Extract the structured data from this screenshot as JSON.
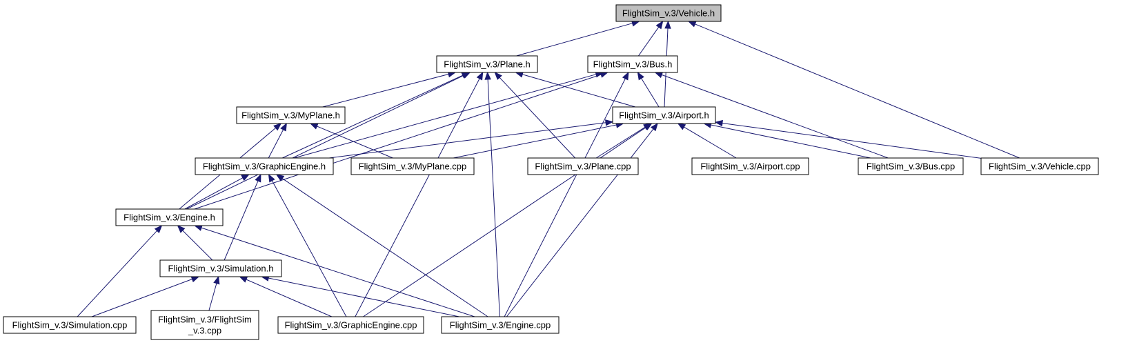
{
  "colors": {
    "node_fill": "#ffffff",
    "root_fill": "#bfbfbf",
    "node_border": "#000000",
    "edge": "#191970"
  },
  "nodes": [
    {
      "id": "vehicle_h",
      "lines": [
        "FlightSim_v.3/Vehicle.h"
      ],
      "root": true
    },
    {
      "id": "plane_h",
      "lines": [
        "FlightSim_v.3/Plane.h"
      ]
    },
    {
      "id": "bus_h",
      "lines": [
        "FlightSim_v.3/Bus.h"
      ]
    },
    {
      "id": "myplane_h",
      "lines": [
        "FlightSim_v.3/MyPlane.h"
      ]
    },
    {
      "id": "airport_h",
      "lines": [
        "FlightSim_v.3/Airport.h"
      ]
    },
    {
      "id": "graphicengine_h",
      "lines": [
        "FlightSim_v.3/GraphicEngine.h"
      ]
    },
    {
      "id": "myplane_cpp",
      "lines": [
        "FlightSim_v.3/MyPlane.cpp"
      ]
    },
    {
      "id": "plane_cpp",
      "lines": [
        "FlightSim_v.3/Plane.cpp"
      ]
    },
    {
      "id": "airport_cpp",
      "lines": [
        "FlightSim_v.3/Airport.cpp"
      ]
    },
    {
      "id": "bus_cpp",
      "lines": [
        "FlightSim_v.3/Bus.cpp"
      ]
    },
    {
      "id": "vehicle_cpp",
      "lines": [
        "FlightSim_v.3/Vehicle.cpp"
      ]
    },
    {
      "id": "engine_h",
      "lines": [
        "FlightSim_v.3/Engine.h"
      ]
    },
    {
      "id": "simulation_h",
      "lines": [
        "FlightSim_v.3/Simulation.h"
      ]
    },
    {
      "id": "simulation_cpp",
      "lines": [
        "FlightSim_v.3/Simulation.cpp"
      ]
    },
    {
      "id": "flightsim_cpp",
      "lines": [
        "FlightSim_v.3/FlightSim",
        "_v.3.cpp"
      ]
    },
    {
      "id": "graphicengine_cpp",
      "lines": [
        "FlightSim_v.3/GraphicEngine.cpp"
      ]
    },
    {
      "id": "engine_cpp",
      "lines": [
        "FlightSim_v.3/Engine.cpp"
      ]
    }
  ],
  "edges": [
    {
      "from": "plane_h",
      "to": "vehicle_h"
    },
    {
      "from": "bus_h",
      "to": "vehicle_h"
    },
    {
      "from": "airport_h",
      "to": "vehicle_h"
    },
    {
      "from": "vehicle_cpp",
      "to": "vehicle_h"
    },
    {
      "from": "myplane_h",
      "to": "plane_h"
    },
    {
      "from": "airport_h",
      "to": "plane_h"
    },
    {
      "from": "graphicengine_h",
      "to": "plane_h"
    },
    {
      "from": "plane_cpp",
      "to": "plane_h"
    },
    {
      "from": "engine_cpp",
      "to": "plane_h"
    },
    {
      "from": "engine_h",
      "to": "plane_h"
    },
    {
      "from": "graphicengine_cpp",
      "to": "plane_h"
    },
    {
      "from": "airport_h",
      "to": "bus_h"
    },
    {
      "from": "graphicengine_h",
      "to": "bus_h"
    },
    {
      "from": "bus_cpp",
      "to": "bus_h"
    },
    {
      "from": "engine_h",
      "to": "bus_h"
    },
    {
      "from": "engine_cpp",
      "to": "bus_h"
    },
    {
      "from": "graphicengine_h",
      "to": "myplane_h"
    },
    {
      "from": "myplane_cpp",
      "to": "myplane_h"
    },
    {
      "from": "engine_h",
      "to": "myplane_h"
    },
    {
      "from": "graphicengine_h",
      "to": "airport_h"
    },
    {
      "from": "myplane_cpp",
      "to": "airport_h"
    },
    {
      "from": "plane_cpp",
      "to": "airport_h"
    },
    {
      "from": "airport_cpp",
      "to": "airport_h"
    },
    {
      "from": "bus_cpp",
      "to": "airport_h"
    },
    {
      "from": "vehicle_cpp",
      "to": "airport_h"
    },
    {
      "from": "graphicengine_cpp",
      "to": "airport_h"
    },
    {
      "from": "engine_cpp",
      "to": "airport_h"
    },
    {
      "from": "engine_h",
      "to": "graphicengine_h"
    },
    {
      "from": "simulation_h",
      "to": "graphicengine_h"
    },
    {
      "from": "graphicengine_cpp",
      "to": "graphicengine_h"
    },
    {
      "from": "engine_cpp",
      "to": "graphicengine_h"
    },
    {
      "from": "simulation_h",
      "to": "engine_h"
    },
    {
      "from": "simulation_cpp",
      "to": "engine_h"
    },
    {
      "from": "engine_cpp",
      "to": "engine_h"
    },
    {
      "from": "simulation_cpp",
      "to": "simulation_h"
    },
    {
      "from": "flightsim_cpp",
      "to": "simulation_h"
    },
    {
      "from": "graphicengine_cpp",
      "to": "simulation_h"
    },
    {
      "from": "engine_cpp",
      "to": "simulation_h"
    }
  ]
}
